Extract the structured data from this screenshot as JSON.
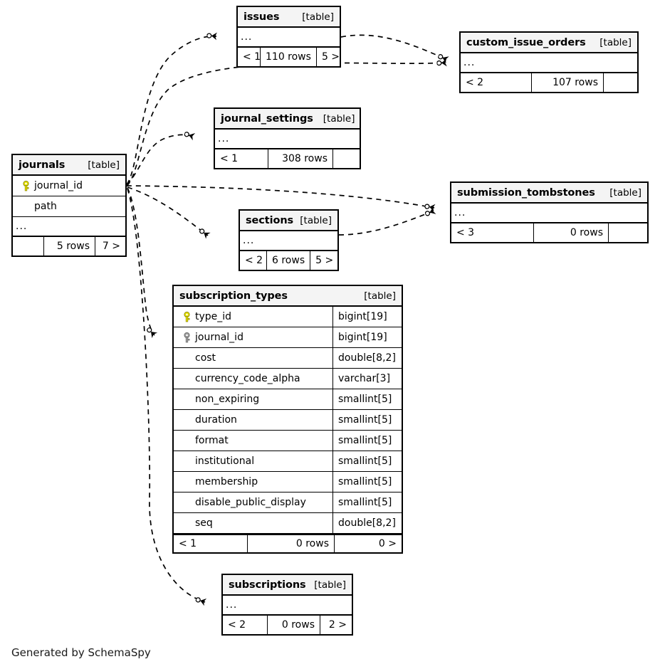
{
  "diagram": {
    "caption": "Generated by SchemaSpy",
    "table_tag": "[table]",
    "ellipsis": "...",
    "key_icons": {
      "primary": "primary-key-icon",
      "foreign": "foreign-key-icon"
    },
    "colors": {
      "primary_key": "#e8e200",
      "foreign_key": "#9e9e9e",
      "header_bg": "#f4f4f4",
      "border": "#000000",
      "edge": "#000000",
      "background": "#ffffff"
    }
  },
  "tables": [
    {
      "id": "issues",
      "name": "issues",
      "tag": "[table]",
      "ellipsis": "...",
      "footer": {
        "left": "< 1",
        "center": "110 rows",
        "right": "5 >"
      }
    },
    {
      "id": "custom_issue_orders",
      "name": "custom_issue_orders",
      "tag": "[table]",
      "ellipsis": "...",
      "footer": {
        "left": "< 2",
        "center": "107 rows",
        "right": ""
      }
    },
    {
      "id": "journal_settings",
      "name": "journal_settings",
      "tag": "[table]",
      "ellipsis": "...",
      "footer": {
        "left": "< 1",
        "center": "308 rows",
        "right": ""
      }
    },
    {
      "id": "journals",
      "name": "journals",
      "tag": "[table]",
      "ellipsis": "...",
      "columns": [
        {
          "name": "journal_id",
          "key": "primary",
          "type": ""
        },
        {
          "name": "path",
          "key": "none",
          "type": ""
        }
      ],
      "footer": {
        "left": "",
        "center": "5 rows",
        "right": "7 >"
      }
    },
    {
      "id": "sections",
      "name": "sections",
      "tag": "[table]",
      "ellipsis": "...",
      "footer": {
        "left": "< 2",
        "center": "6 rows",
        "right": "5 >"
      }
    },
    {
      "id": "submission_tombstones",
      "name": "submission_tombstones",
      "tag": "[table]",
      "ellipsis": "...",
      "footer": {
        "left": "< 3",
        "center": "0 rows",
        "right": ""
      }
    },
    {
      "id": "subscription_types",
      "name": "subscription_types",
      "tag": "[table]",
      "columns": [
        {
          "name": "type_id",
          "key": "primary",
          "type": "bigint[19]"
        },
        {
          "name": "journal_id",
          "key": "foreign",
          "type": "bigint[19]"
        },
        {
          "name": "cost",
          "key": "none",
          "type": "double[8,2]"
        },
        {
          "name": "currency_code_alpha",
          "key": "none",
          "type": "varchar[3]"
        },
        {
          "name": "non_expiring",
          "key": "none",
          "type": "smallint[5]"
        },
        {
          "name": "duration",
          "key": "none",
          "type": "smallint[5]"
        },
        {
          "name": "format",
          "key": "none",
          "type": "smallint[5]"
        },
        {
          "name": "institutional",
          "key": "none",
          "type": "smallint[5]"
        },
        {
          "name": "membership",
          "key": "none",
          "type": "smallint[5]"
        },
        {
          "name": "disable_public_display",
          "key": "none",
          "type": "smallint[5]"
        },
        {
          "name": "seq",
          "key": "none",
          "type": "double[8,2]"
        }
      ],
      "footer": {
        "left": "< 1",
        "center": "0 rows",
        "right": "0 >"
      }
    },
    {
      "id": "subscriptions",
      "name": "subscriptions",
      "tag": "[table]",
      "ellipsis": "...",
      "footer": {
        "left": "< 2",
        "center": "0 rows",
        "right": "2 >"
      }
    }
  ],
  "relationships": [
    {
      "from": "journals",
      "to": "issues"
    },
    {
      "from": "journals",
      "to": "custom_issue_orders"
    },
    {
      "from": "journals",
      "to": "journal_settings"
    },
    {
      "from": "journals",
      "to": "sections"
    },
    {
      "from": "journals",
      "to": "submission_tombstones"
    },
    {
      "from": "journals",
      "to": "subscription_types"
    },
    {
      "from": "journals",
      "to": "subscriptions"
    },
    {
      "from": "issues",
      "to": "custom_issue_orders"
    },
    {
      "from": "sections",
      "to": "submission_tombstones"
    }
  ]
}
